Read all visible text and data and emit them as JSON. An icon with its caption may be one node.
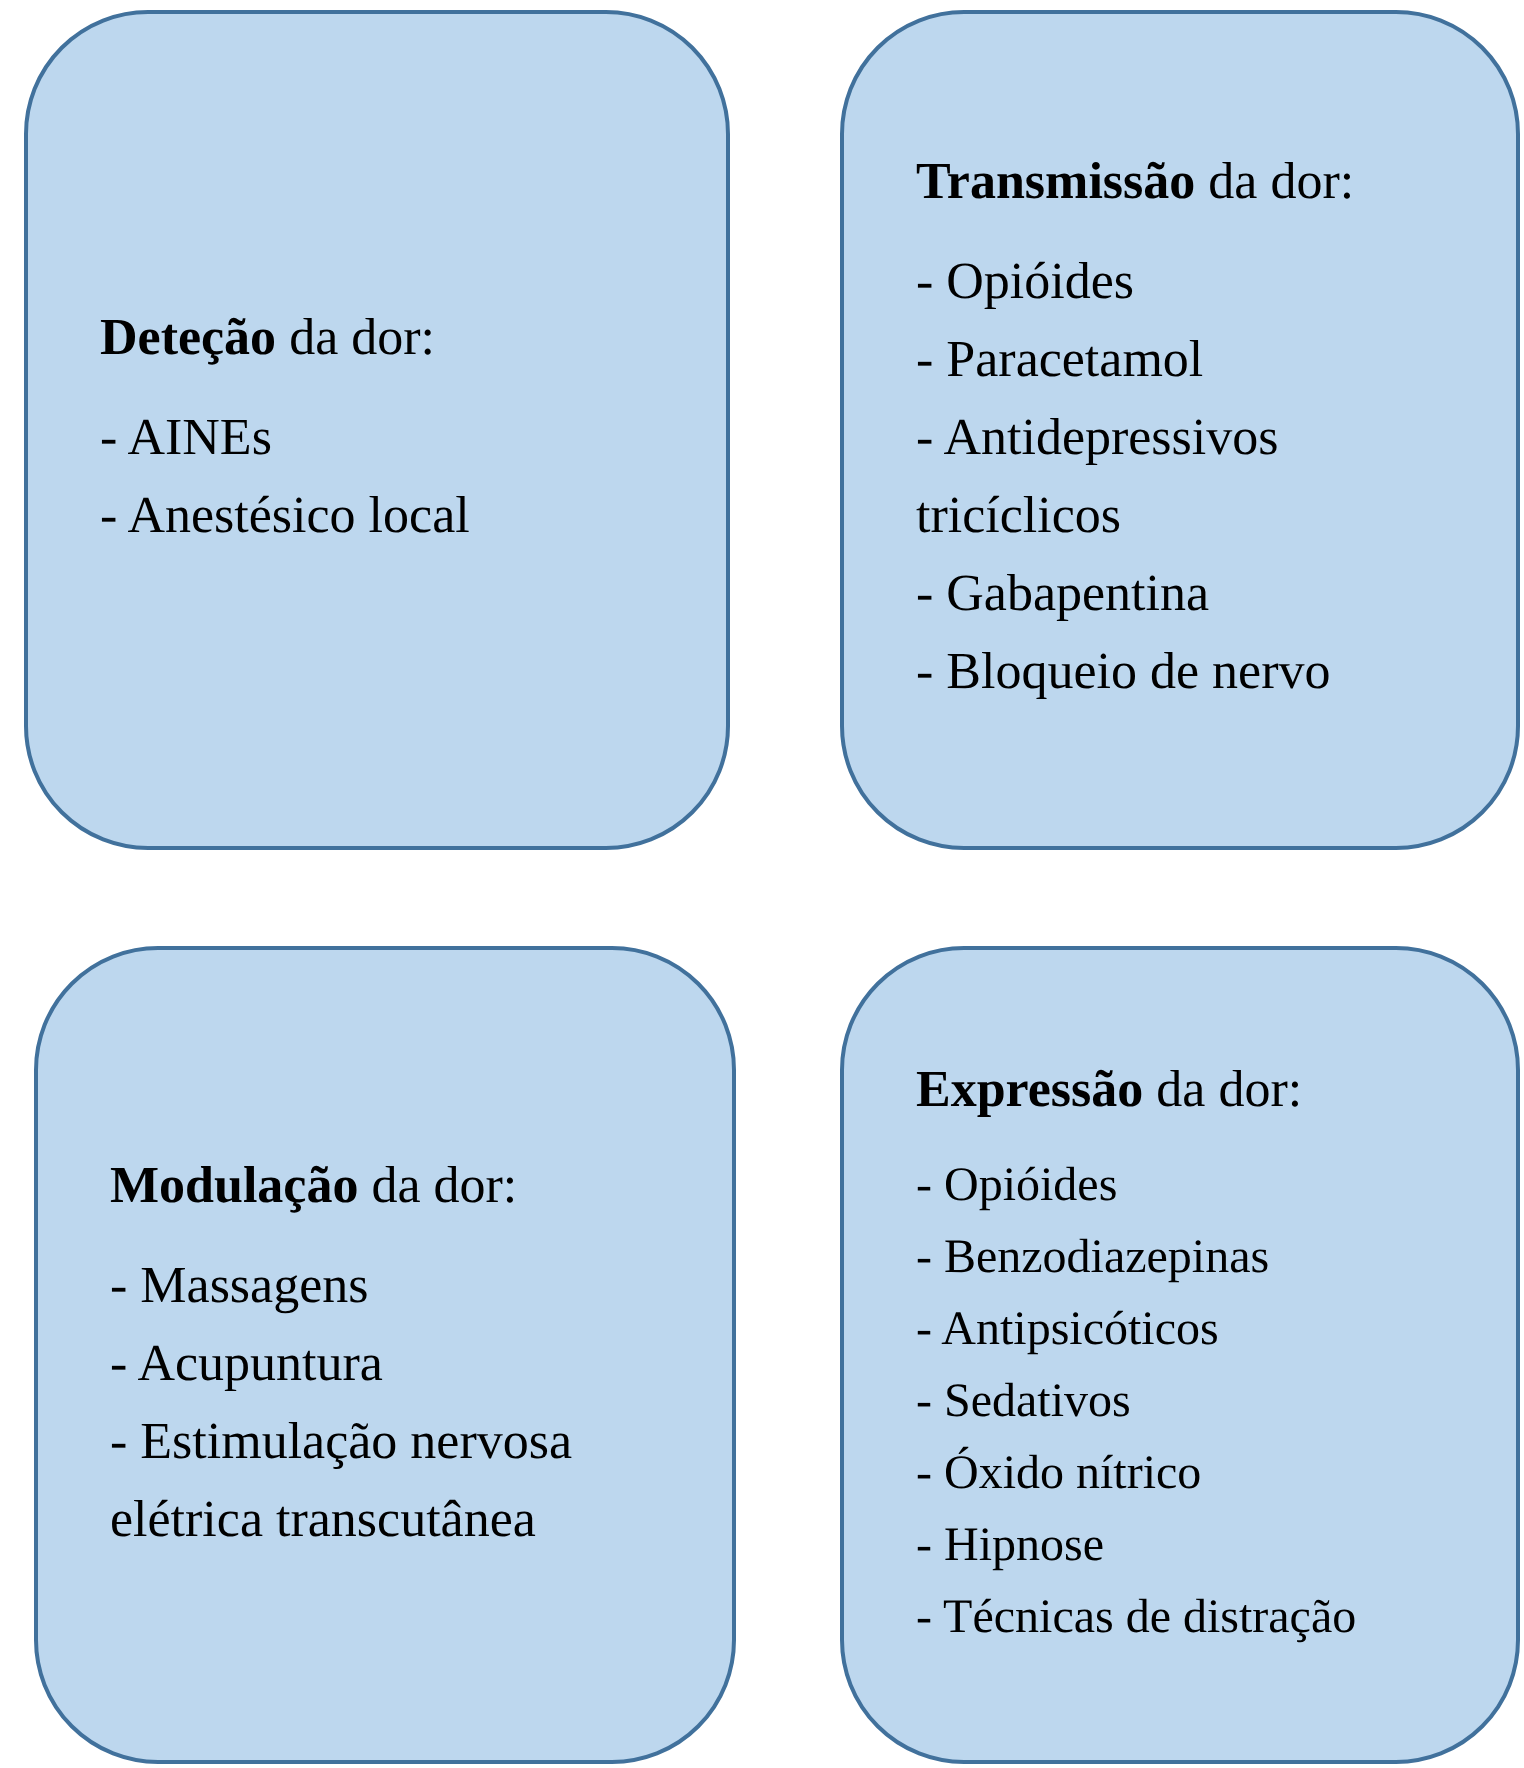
{
  "diagram": {
    "nodes": [
      {
        "text": [
          "**Deteção** da dor:",
          "- AINEs",
          "- Anestésico local"
        ]
      },
      {
        "text": [
          "**Transmissão** da dor:",
          "- Opióides",
          "- Paracetamol",
          "- Antidepressivos tricíclicos",
          "- Gabapentina",
          "- Bloqueio de nervo"
        ]
      },
      {
        "text": [
          "**Modulação** da dor:",
          "- Massagens",
          "- Acupuntura",
          "- Estimulação nervosa elétrica transcutânea"
        ]
      },
      {
        "text": [
          "**Expressão** da dor:",
          "- Opióides",
          "- Benzodiazepinas",
          "- Antipsicóticos",
          "- Sedativos",
          "- Óxido nítrico",
          "- Hipnose",
          "- Técnicas de distração"
        ]
      }
    ]
  }
}
